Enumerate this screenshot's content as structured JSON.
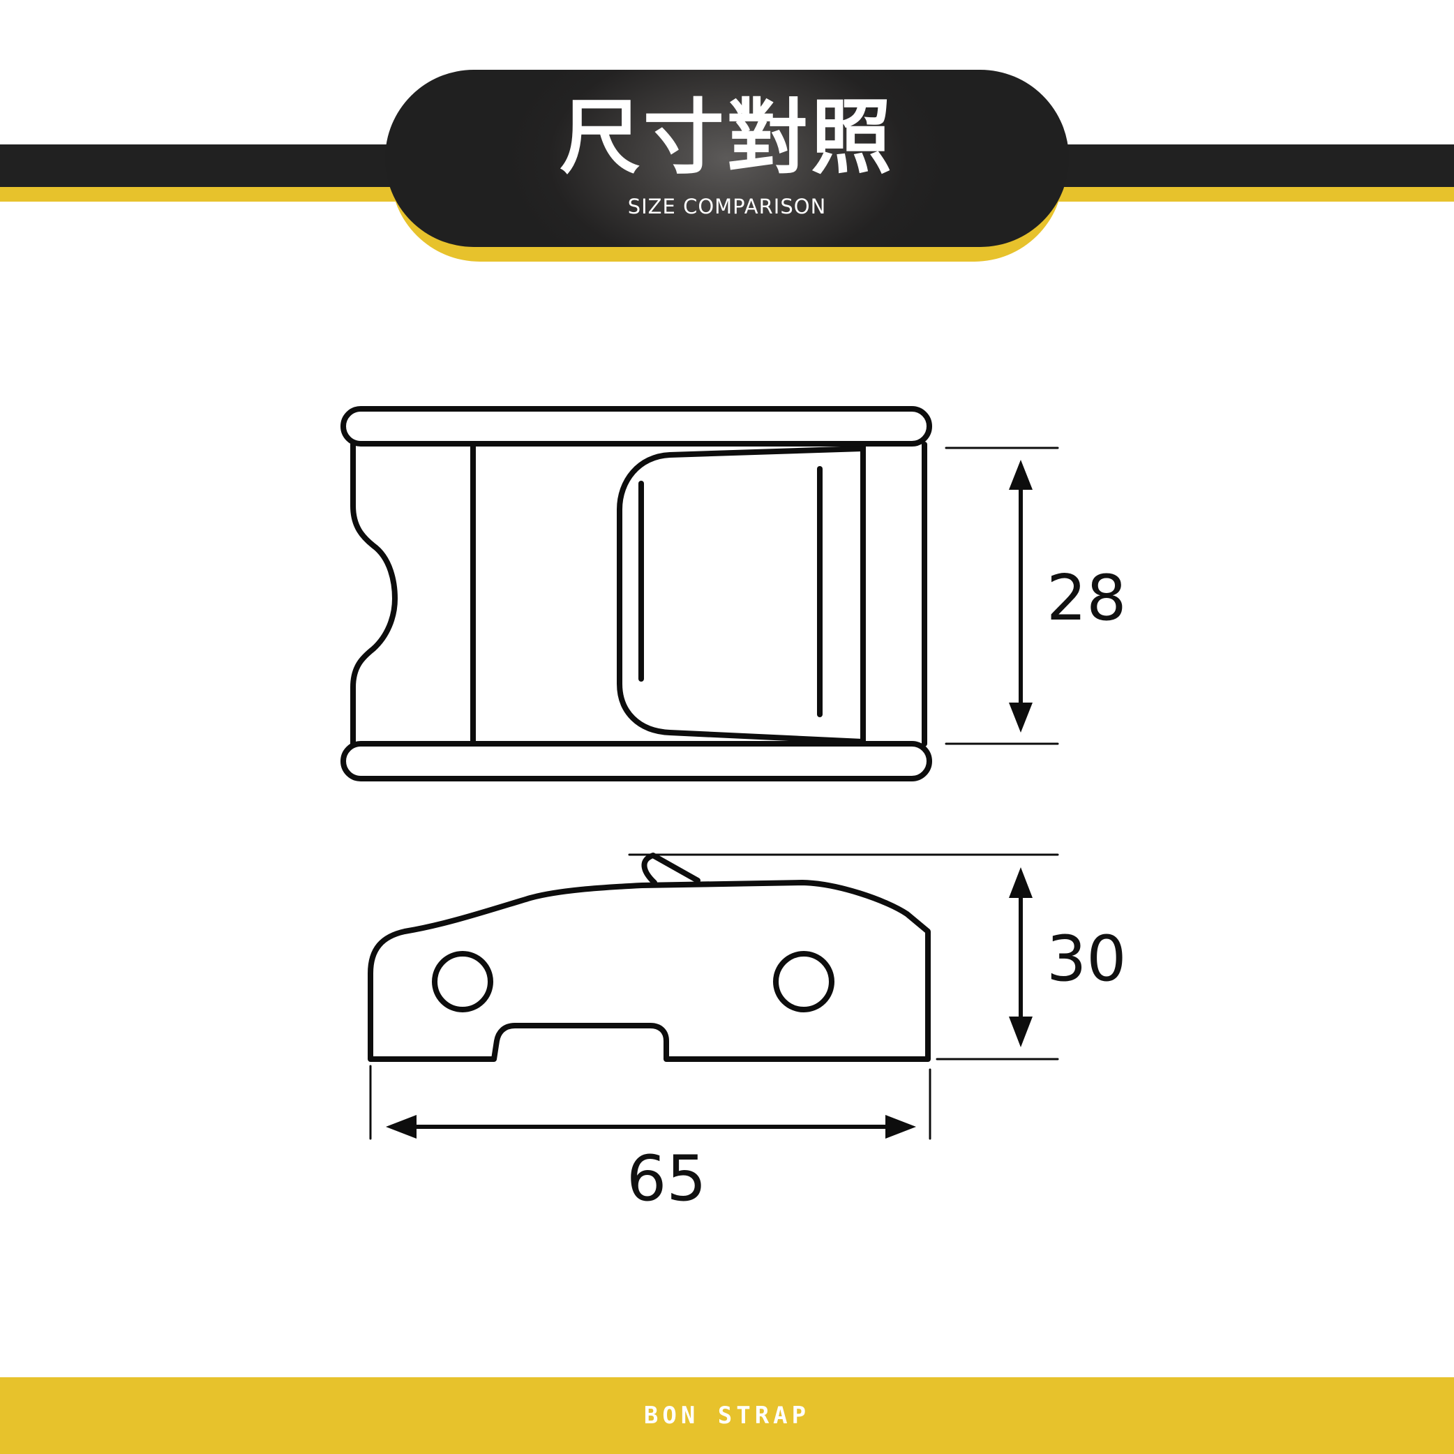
{
  "header": {
    "title": "尺寸對照",
    "subtitle": "SIZE COMPARISON"
  },
  "drawing": {
    "top_view": {
      "description": "cam buckle top view",
      "dimension_height": "28"
    },
    "side_view": {
      "description": "cam buckle side view",
      "dimension_height": "30",
      "dimension_length": "65"
    }
  },
  "footer": {
    "brand": "BON STRAP"
  },
  "colors": {
    "band_dark": "#212121",
    "accent_yellow": "#e7c22c",
    "line": "#111111",
    "text_white": "#ffffff"
  }
}
